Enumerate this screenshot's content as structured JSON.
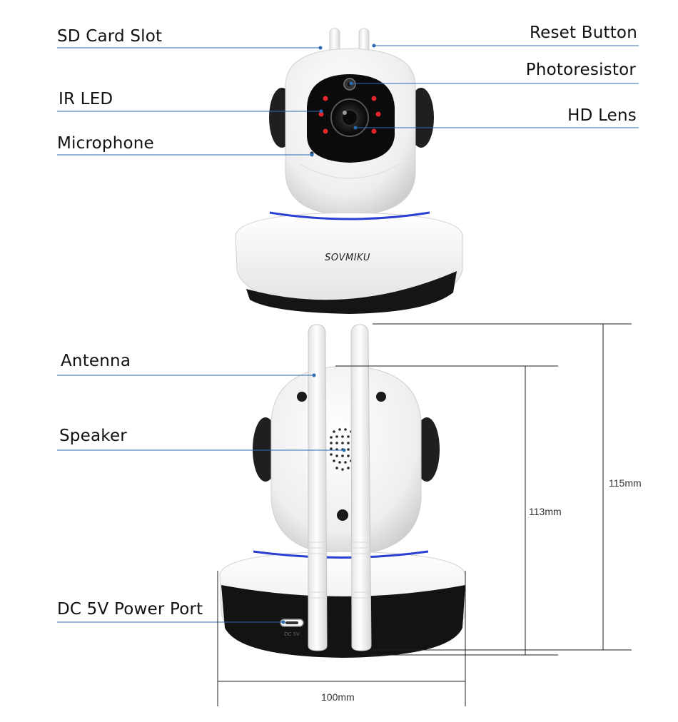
{
  "callouts": {
    "sd_card_slot": "SD Card Slot",
    "reset_button": "Reset Button",
    "photoresistor": "Photoresistor",
    "ir_led": "IR LED",
    "hd_lens": "HD Lens",
    "microphone": "Microphone",
    "antenna": "Antenna",
    "speaker": "Speaker",
    "dc_power_port": "DC 5V Power Port"
  },
  "brand": "SOVMIKU",
  "port_label": "DC 5V",
  "dimensions": {
    "height_with_antenna": "115mm",
    "height_body": "113mm",
    "width": "100mm"
  },
  "colors": {
    "leader_line": "#2b6cb0",
    "accent_ring": "#2a3fd1",
    "ir_led": "#e0262b",
    "body": "#f7f7f7",
    "base_dark": "#1a1a1a"
  }
}
